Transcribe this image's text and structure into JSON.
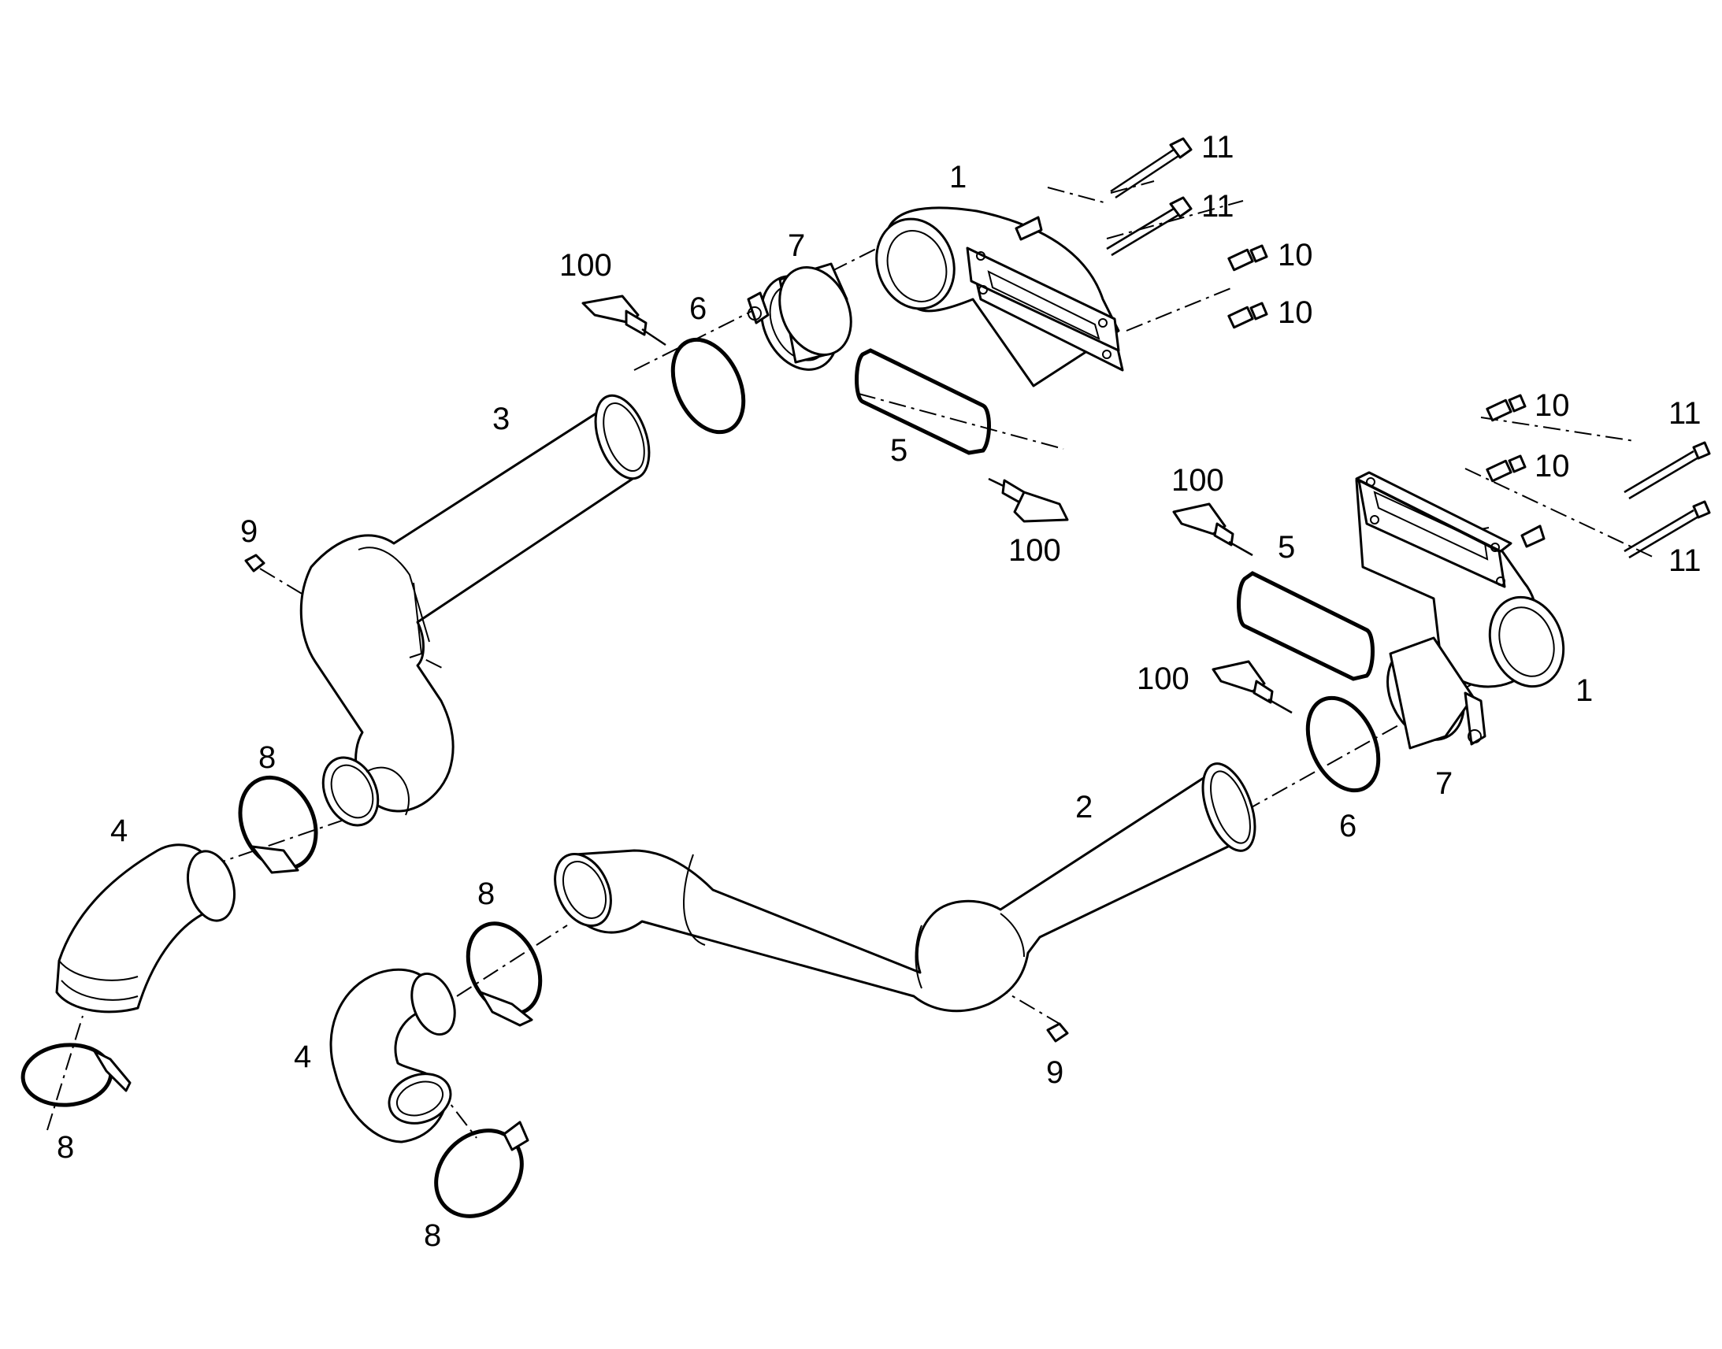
{
  "callouts": {
    "c1a": "1",
    "c1b": "1",
    "c2": "2",
    "c3": "3",
    "c4a": "4",
    "c4b": "4",
    "c5a": "5",
    "c5b": "5",
    "c6a": "6",
    "c6b": "6",
    "c7a": "7",
    "c7b": "7",
    "c8a": "8",
    "c8b": "8",
    "c8c": "8",
    "c8d": "8",
    "c9a": "9",
    "c9b": "9",
    "c10a": "10",
    "c10b": "10",
    "c10c": "10",
    "c10d": "10",
    "c11a": "11",
    "c11b": "11",
    "c11c": "11",
    "c11d": "11",
    "c100a": "100",
    "c100b": "100",
    "c100c": "100",
    "c100d": "100"
  },
  "colors": {
    "line": "#000000",
    "background": "#ffffff"
  }
}
